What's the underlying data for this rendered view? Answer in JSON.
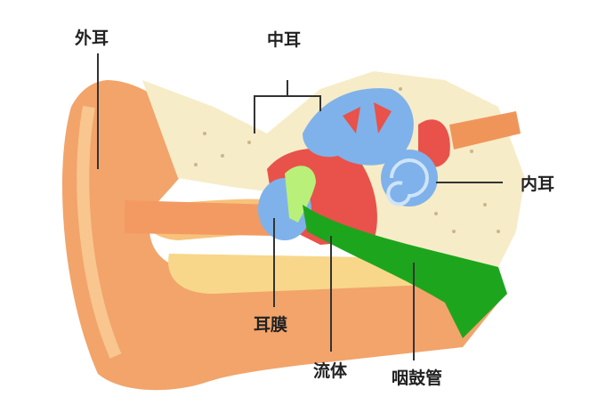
{
  "title": "Ear anatomy diagram",
  "labels": {
    "outer_ear": "外耳",
    "middle_ear": "中耳",
    "inner_ear": "内耳",
    "eardrum": "耳膜",
    "fluid": "流体",
    "eustachian_tube": "咽鼓管"
  },
  "colors": {
    "skin": "#f2a46a",
    "skin_light": "#f8c27a",
    "bone": "#f7ecc8",
    "red": "#e8524a",
    "blue": "#7fb2ea",
    "green": "#1ea51e",
    "light_green": "#b8f07a",
    "line": "#333333"
  }
}
